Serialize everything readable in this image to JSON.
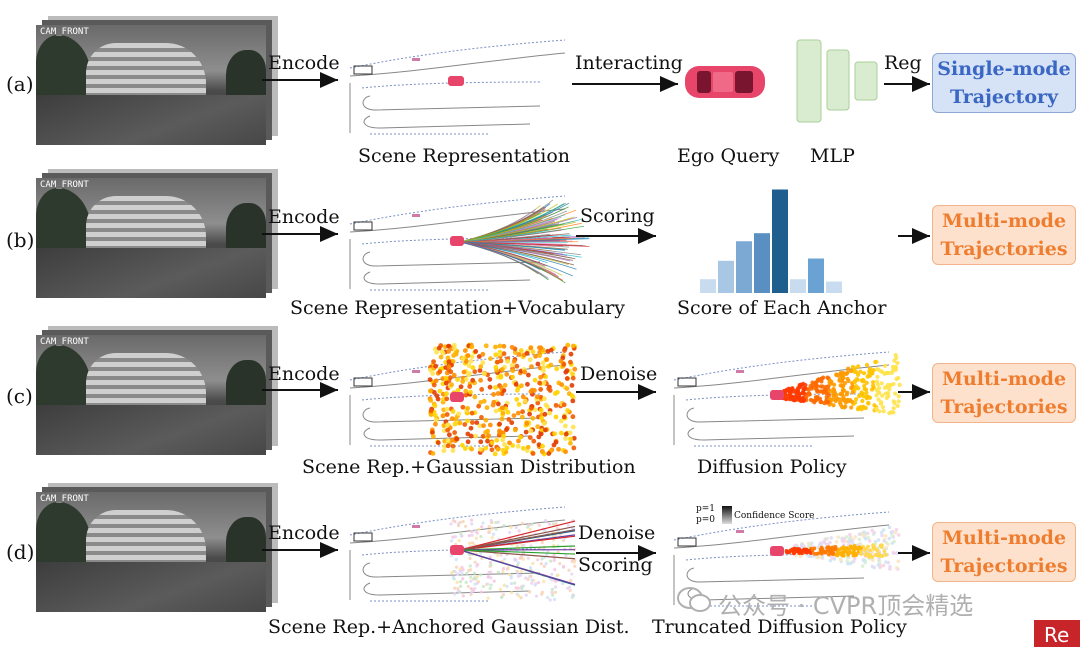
{
  "rows": [
    {
      "label": "(a)",
      "camera_label": "CAM_FRONT",
      "encode": "Encode",
      "scene_caption": "Scene Representation",
      "verb": "Interacting",
      "mid_captions": [
        "Ego Query",
        "MLP"
      ],
      "reg": "Reg",
      "output": [
        "Single-mode",
        "Trajectory"
      ]
    },
    {
      "label": "(b)",
      "camera_label": "CAM_FRONT",
      "encode": "Encode",
      "scene_caption": "Scene Representation+Vocabulary",
      "verb": "Scoring",
      "mid_caption": "Score of Each Anchor",
      "output": [
        "Multi-mode",
        "Trajectories"
      ]
    },
    {
      "label": "(c)",
      "camera_label": "CAM_FRONT",
      "encode": "Encode",
      "scene_caption": "Scene Rep.+Gaussian Distribution",
      "verb": "Denoise",
      "mid_caption": "Diffusion Policy",
      "output": [
        "Multi-mode",
        "Trajectories"
      ]
    },
    {
      "label": "(d)",
      "camera_label": "CAM_FRONT",
      "encode": "Encode",
      "scene_caption": "Scene Rep.+Anchored Gaussian Dist.",
      "verb": "Denoise",
      "verb2": "Scoring",
      "mid_caption": "Truncated Diffusion Policy",
      "legend": {
        "p_high": "p=1",
        "p_low": "p=0",
        "title": "Confidence Score"
      },
      "output": [
        "Multi-mode",
        "Trajectories"
      ]
    }
  ],
  "score_bars": [
    0.12,
    0.28,
    0.45,
    0.52,
    0.9,
    0.12,
    0.3,
    0.1
  ],
  "watermark": "公众号 · CVPR顶会精选",
  "corner_text": "Re",
  "colors": {
    "ego_car": "#e8456b",
    "blue_box": "#d6e2f5",
    "orange_box": "#fde1cc",
    "mlp": "#d9ecd0"
  }
}
